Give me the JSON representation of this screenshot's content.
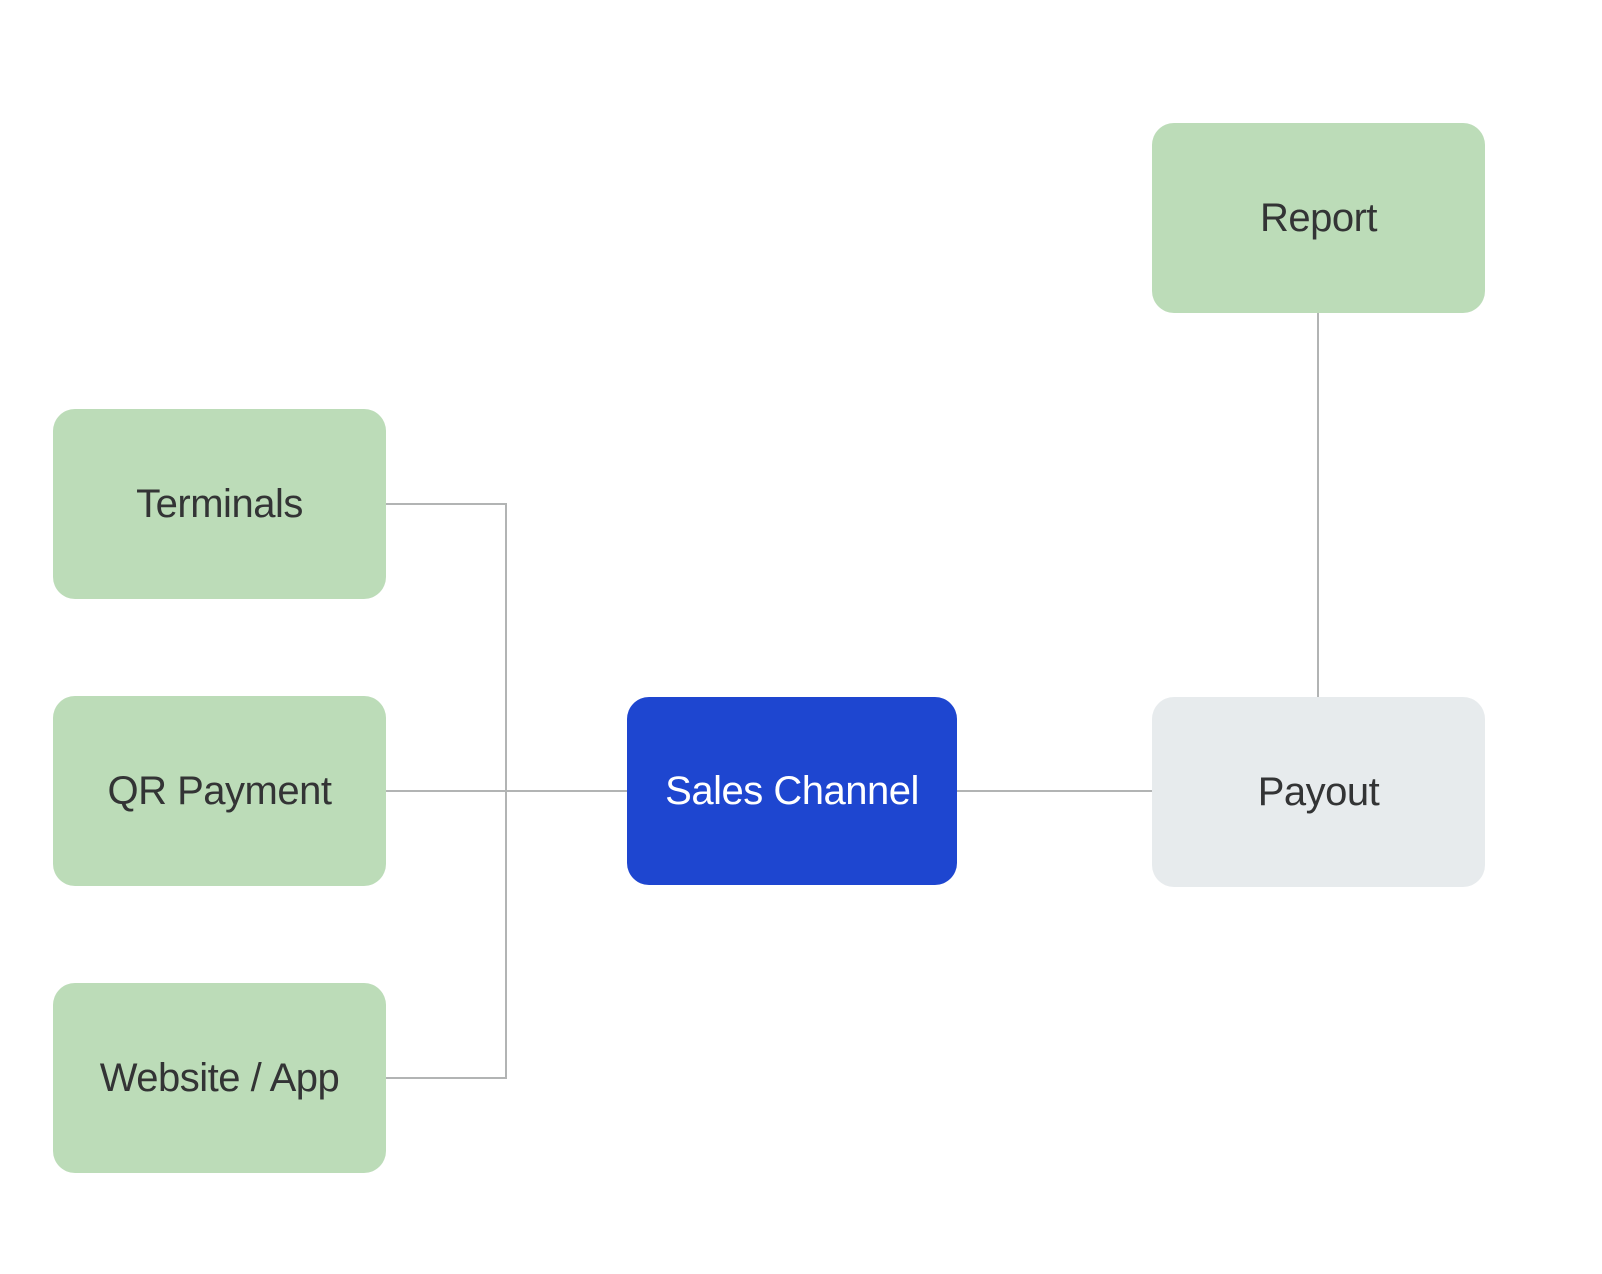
{
  "diagram": {
    "type": "flowchart",
    "background_color": "#ffffff",
    "connector_color": "#b2b4b4",
    "nodes": {
      "report": {
        "label": "Report",
        "fill": "#bcdcb8",
        "text_color": "#333435"
      },
      "terminals": {
        "label": "Terminals",
        "fill": "#bcdcb8",
        "text_color": "#333435"
      },
      "qr_payment": {
        "label": "QR Payment",
        "fill": "#bcdcb8",
        "text_color": "#333435"
      },
      "website_app": {
        "label": "Website / App",
        "fill": "#bcdcb8",
        "text_color": "#333435"
      },
      "sales_channel": {
        "label": "Sales Channel",
        "fill": "#1e46d0",
        "text_color": "#ffffff"
      },
      "payout": {
        "label": "Payout",
        "fill": "#e7ebed",
        "text_color": "#333435"
      }
    },
    "edges": [
      {
        "from": "terminals",
        "to": "sales_channel"
      },
      {
        "from": "qr_payment",
        "to": "sales_channel"
      },
      {
        "from": "website_app",
        "to": "sales_channel"
      },
      {
        "from": "sales_channel",
        "to": "payout"
      },
      {
        "from": "report",
        "to": "payout"
      }
    ]
  }
}
